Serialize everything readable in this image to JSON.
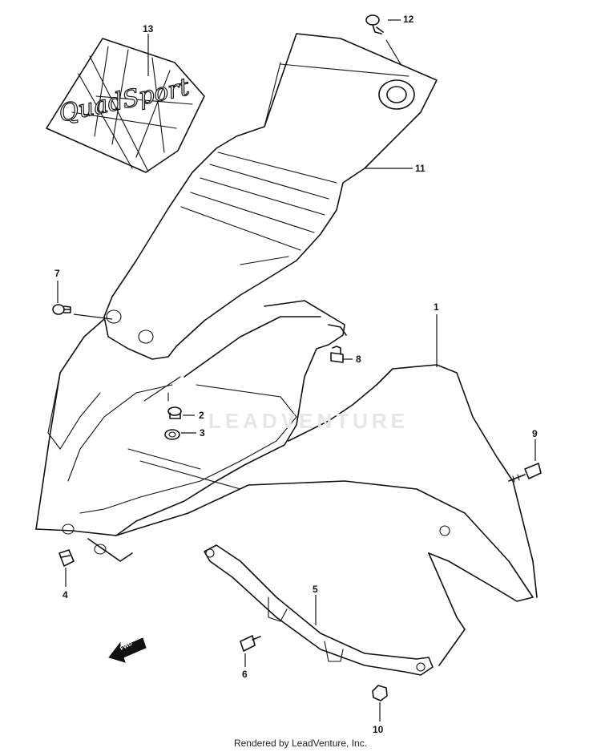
{
  "callouts": [
    {
      "id": "1",
      "label": "1"
    },
    {
      "id": "2",
      "label": "2"
    },
    {
      "id": "3",
      "label": "3"
    },
    {
      "id": "4",
      "label": "4"
    },
    {
      "id": "5",
      "label": "5"
    },
    {
      "id": "6",
      "label": "6"
    },
    {
      "id": "7",
      "label": "7"
    },
    {
      "id": "8",
      "label": "8"
    },
    {
      "id": "9",
      "label": "9"
    },
    {
      "id": "10",
      "label": "10"
    },
    {
      "id": "11",
      "label": "11"
    },
    {
      "id": "12",
      "label": "12"
    },
    {
      "id": "13",
      "label": "13"
    }
  ],
  "decal_text": "QuadSport",
  "forward_arrow_text": "FWD",
  "watermark_text": "LEADVENTURE",
  "footer_credit": "Rendered by LeadVenture, Inc."
}
